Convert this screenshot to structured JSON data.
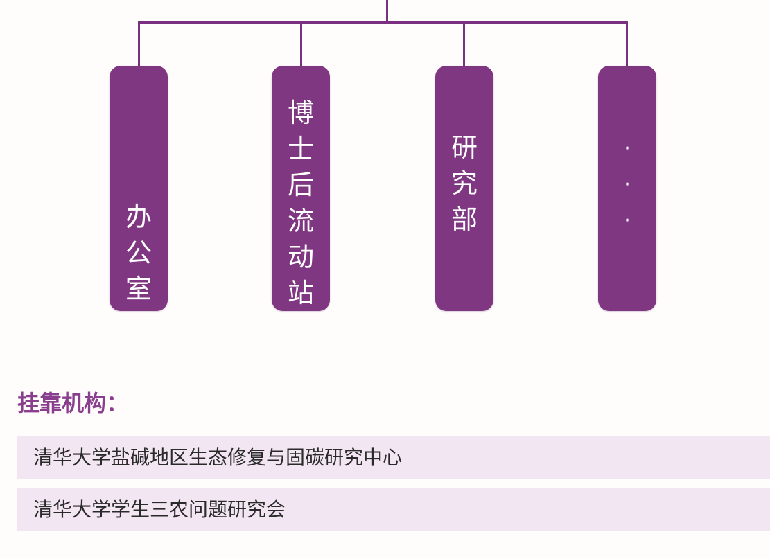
{
  "org_chart": {
    "units": [
      {
        "label": "办\n公\n室"
      },
      {
        "label": "博\n士\n后\n流\n动\n站"
      },
      {
        "label": "研\n究\n部"
      },
      {
        "label": "·\n·\n·"
      }
    ]
  },
  "affiliates": {
    "title": "挂靠机构：",
    "items": [
      {
        "name": "清华大学盐碱地区生态修复与固碳研究中心"
      },
      {
        "name": "清华大学学生三农问题研究会"
      }
    ]
  },
  "colors": {
    "box_fill": "#7f3782",
    "connector": "#7a2f80",
    "title_text": "#8a3e8e",
    "row_fill": "#f2e6f2"
  }
}
